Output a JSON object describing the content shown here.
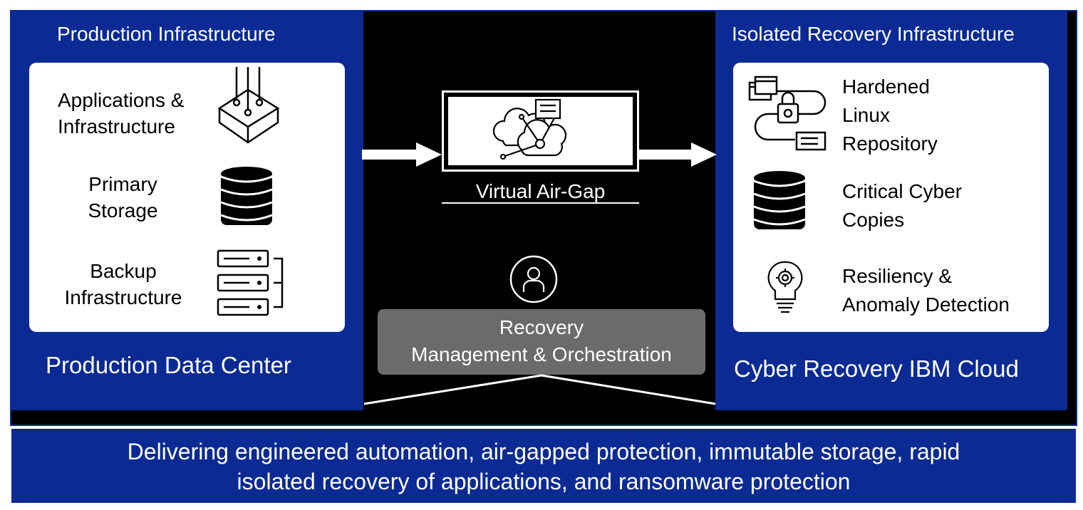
{
  "production": {
    "title": "Production Infrastructure",
    "items": [
      {
        "line1": "Applications &",
        "line2": "Infrastructure",
        "icon": "chip-icon"
      },
      {
        "line1": "Primary",
        "line2": "Storage",
        "icon": "database-icon"
      },
      {
        "line1": "Backup",
        "line2": "Infrastructure",
        "icon": "server-stack-icon"
      }
    ],
    "footer": "Production Data Center"
  },
  "airgap": {
    "label": "Virtual Air-Gap",
    "icon": "cloud-network-icon"
  },
  "orchestration": {
    "icon": "user-icon",
    "line1": "Recovery",
    "line2": "Management & Orchestration"
  },
  "recovery": {
    "title": "Isolated Recovery Infrastructure",
    "items": [
      {
        "lines": [
          "Hardened",
          "Linux",
          "Repository"
        ],
        "icon": "lock-repository-icon"
      },
      {
        "lines": [
          "Critical Cyber",
          "Copies"
        ],
        "icon": "database-icon"
      },
      {
        "lines": [
          "Resiliency &",
          "Anomaly Detection"
        ],
        "icon": "lightbulb-gear-icon"
      }
    ],
    "footer": "Cyber Recovery IBM Cloud"
  },
  "banner": {
    "line1": "Delivering engineered automation, air-gapped protection, immutable storage, rapid",
    "line2": "isolated recovery of applications, and ransomware protection"
  },
  "colors": {
    "ibm_blue": "#0b2a94",
    "black": "#000000",
    "gray_box": "#6b6b6b"
  }
}
